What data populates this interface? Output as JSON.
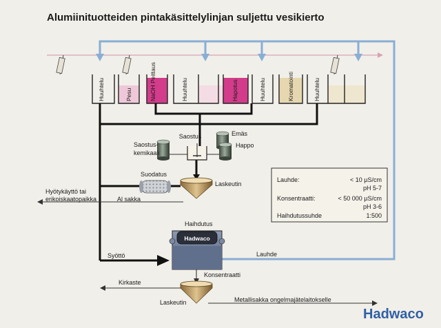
{
  "title": "Alumiinituotteiden pintakäsittelylinjan suljettu vesikierto",
  "brand": "Hadwaco",
  "tanks": [
    {
      "label": "Huuhtelu"
    },
    {
      "label": "Pesu"
    },
    {
      "label": "NaOH Peittaus"
    },
    {
      "label": "Huuhtelu"
    },
    {
      "label": "Hapotus"
    },
    {
      "label": "Huuhtelu"
    },
    {
      "label": "Kromatointi"
    },
    {
      "label": "Huuhtelu"
    }
  ],
  "labels": {
    "saostus": "Saostus",
    "emas": "Emäs",
    "happo": "Happo",
    "saostuskemikaali_1": "Saostus-",
    "saostuskemikaali_2": "kemikaali",
    "suodatus": "Suodatus",
    "laskeutin_top": "Laskeutin",
    "hyotykaytto_1": "Hyötykäyttö tai",
    "hyotykaytto_2": "erikoiskaatopaikka",
    "al_sakka": "Al sakka",
    "haihdutus": "Haihdutus",
    "evaporator_brand": "Hadwaco",
    "syotto": "Syöttö",
    "lauhde": "Lauhde",
    "konsentraatti": "Konsentraatti",
    "kirkaste": "Kirkaste",
    "laskeutin_bottom": "Laskeutin",
    "metallisakka": "Metallisakka ongelmajätelaitokselle"
  },
  "spec_box": {
    "lauhde_label": "Lauhde:",
    "lauhde_value": "< 10 µS/cm",
    "lauhde_ph": "pH 5-7",
    "konsentraatti_label": "Konsentraatti:",
    "konsentraatti_value": "< 50 000 µS/cm",
    "konsentraatti_ph": "pH 3-6",
    "haihdutussuhde_label": "Haihdutussuhde",
    "haihdutussuhde_value": "1:500"
  },
  "colors": {
    "background": "#f1efe9",
    "return_line": "#88aed6",
    "pink_fill": "#d23c8a",
    "light_pink_fill": "#eec8d8",
    "chromate_fill": "#e6d7b0",
    "evaporator_body": "#5f6f8c",
    "brand": "#2f5fa6"
  }
}
